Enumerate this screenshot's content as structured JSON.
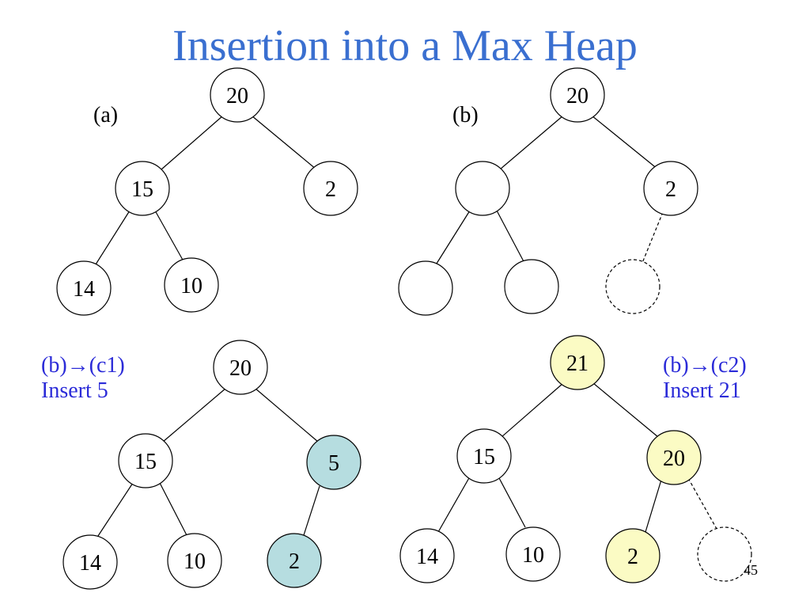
{
  "title": "Insertion into a Max Heap",
  "panels": {
    "a": {
      "label": "(a)",
      "nodes": [
        "20",
        "15",
        "2",
        "14",
        "10"
      ]
    },
    "b": {
      "label": "(b)",
      "nodes": [
        "20",
        "",
        "2",
        "",
        "",
        ""
      ]
    },
    "c1": {
      "caption_line1": "(b)",
      "arrow": "→",
      "caption_line1b": "(c1)",
      "caption_line2": "Insert 5",
      "nodes": [
        "20",
        "15",
        "5",
        "14",
        "10",
        "2"
      ]
    },
    "c2": {
      "caption_line1": "(b)",
      "arrow": "→",
      "caption_line1b": "(c2)",
      "caption_line2": "Insert 21",
      "nodes": [
        "21",
        "15",
        "20",
        "14",
        "10",
        "2",
        ""
      ]
    }
  },
  "page_number": "45",
  "colors": {
    "title": "#3a6fd0",
    "caption": "#2b2bd8",
    "teal": "#b6dde0",
    "yellow": "#fbfbc4"
  }
}
